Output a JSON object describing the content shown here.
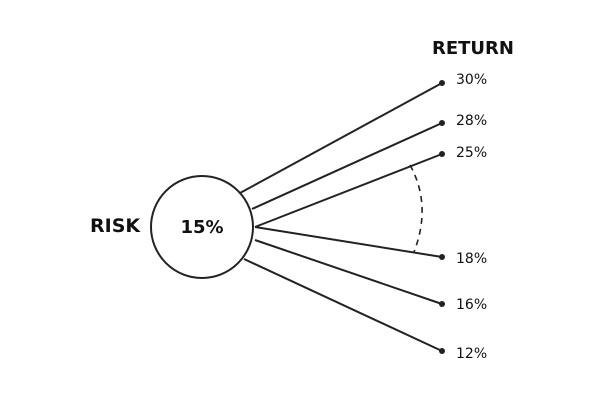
{
  "diagram": {
    "left_label": "RISK",
    "top_label": "RETURN",
    "center_value": "15%",
    "returns": [
      {
        "label": "30%"
      },
      {
        "label": "28%"
      },
      {
        "label": "25%"
      },
      {
        "label": "18%"
      },
      {
        "label": "16%"
      },
      {
        "label": "12%"
      }
    ]
  },
  "colors": {
    "line": "#222222",
    "text": "#111111",
    "background": "#ffffff"
  }
}
